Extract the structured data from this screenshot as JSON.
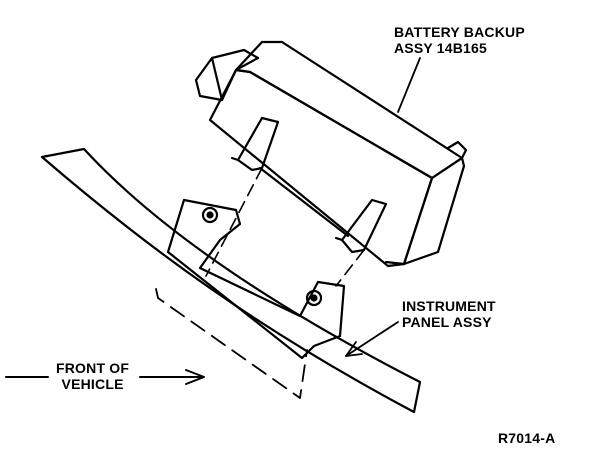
{
  "labels": {
    "battery_line1": "BATTERY BACKUP",
    "battery_line2": "ASSY 14B165",
    "panel_line1": "INSTRUMENT",
    "panel_line2": "PANEL ASSY",
    "front_line1": "FRONT OF",
    "front_line2": "VEHICLE",
    "figure_id": "R7014-A"
  },
  "colors": {
    "ink": "#000000",
    "paper": "#ffffff"
  }
}
